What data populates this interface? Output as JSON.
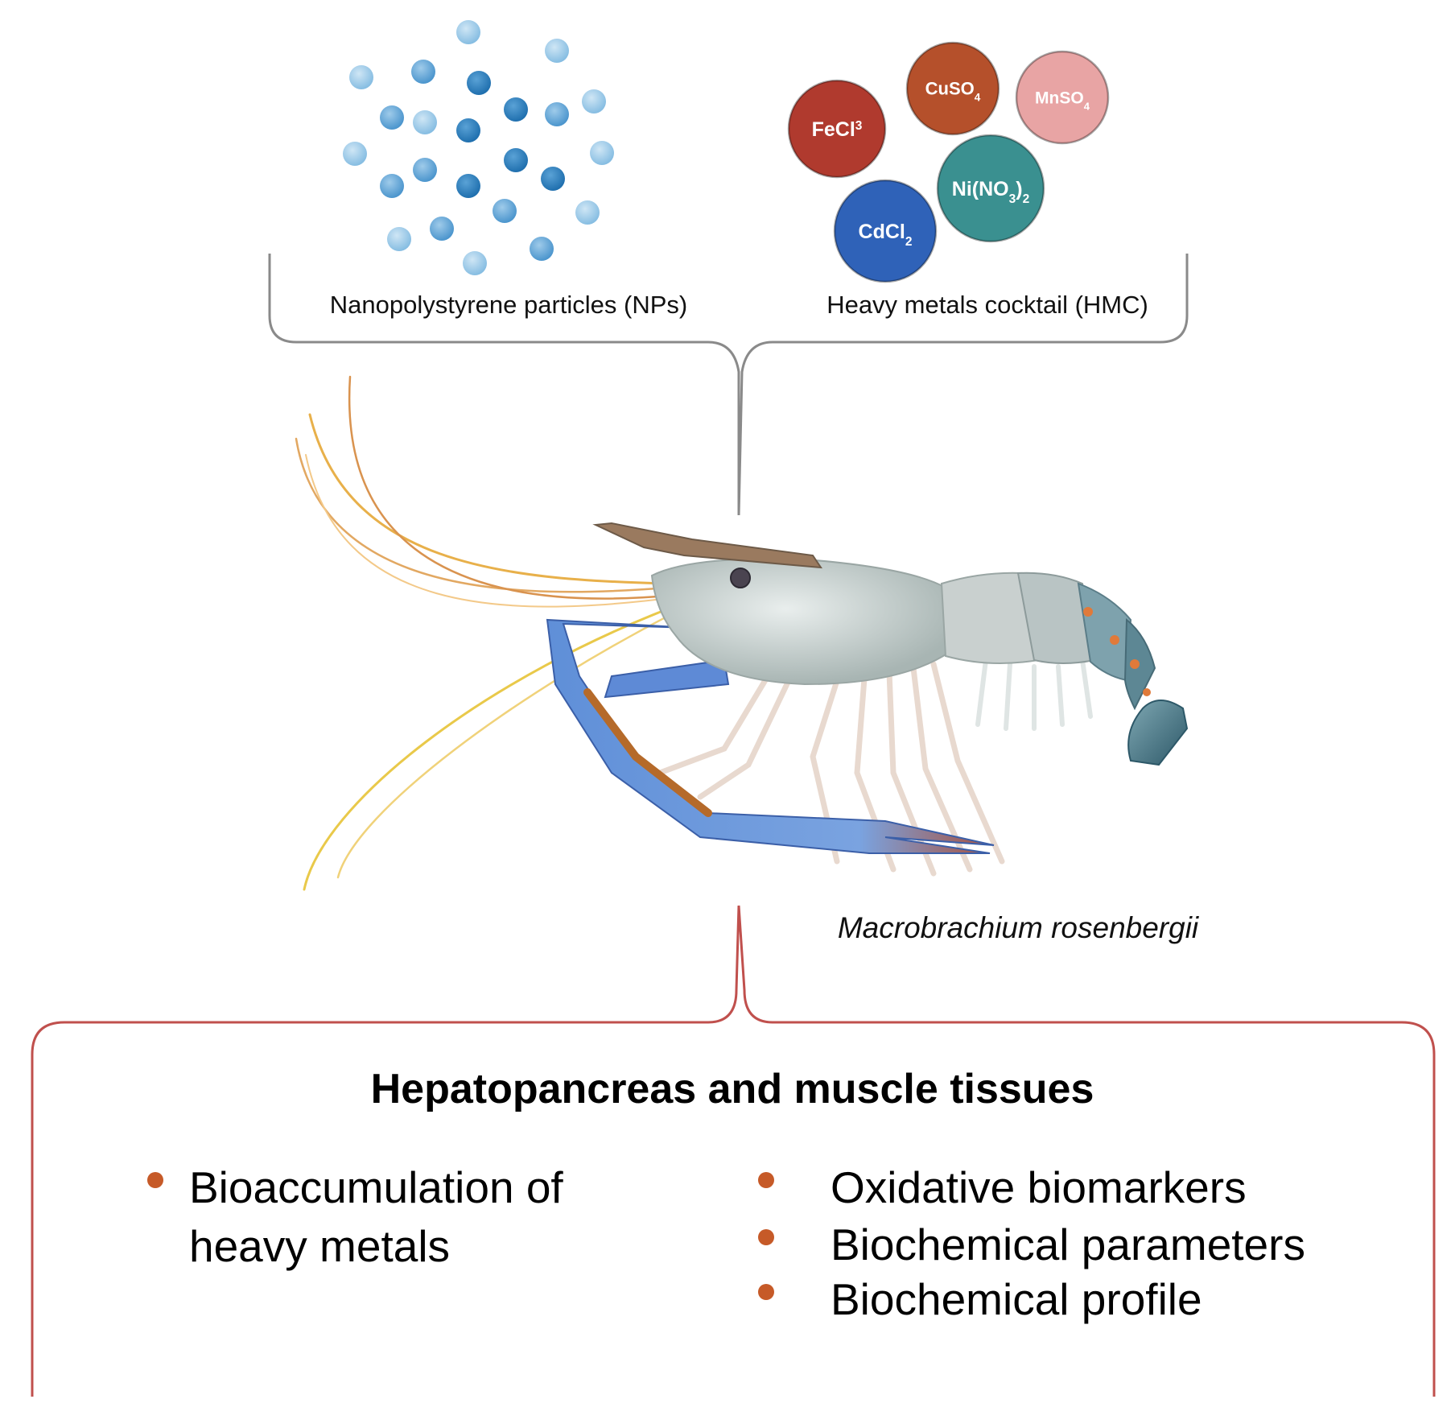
{
  "nanoparticles": {
    "label": "Nanopolystyrene particles (NPs)"
  },
  "heavy_metals": {
    "label": "Heavy metals cocktail (HMC)",
    "compounds": [
      {
        "formula_base": "FeCl",
        "formula_sup": "3",
        "color": "#b03a2e"
      },
      {
        "formula_base": "CuSO",
        "formula_sub": "4",
        "color": "#b5502b"
      },
      {
        "formula_base": "MnSO",
        "formula_sub": "4",
        "color": "#e8a4a4"
      },
      {
        "formula_text": "Ni(NO",
        "formula_sub": "3",
        "formula_tail": ")",
        "formula_tail_sub": "2",
        "color": "#3a9090"
      },
      {
        "formula_base": "CdCl",
        "formula_sub": "2",
        "color": "#2f62b8"
      }
    ]
  },
  "organism": {
    "species": "Macrobrachium rosenbergii"
  },
  "outcome": {
    "title": "Hepatopancreas and muscle tissues",
    "left_items": [
      "Bioaccumulation of",
      "heavy metals"
    ],
    "right_items": [
      "Oxidative biomarkers",
      "Biochemical parameters",
      "Biochemical profile"
    ]
  },
  "colors": {
    "bracket_top": "#8a8a8a",
    "bracket_bottom": "#c0504d",
    "bullet": "#c65a28"
  }
}
